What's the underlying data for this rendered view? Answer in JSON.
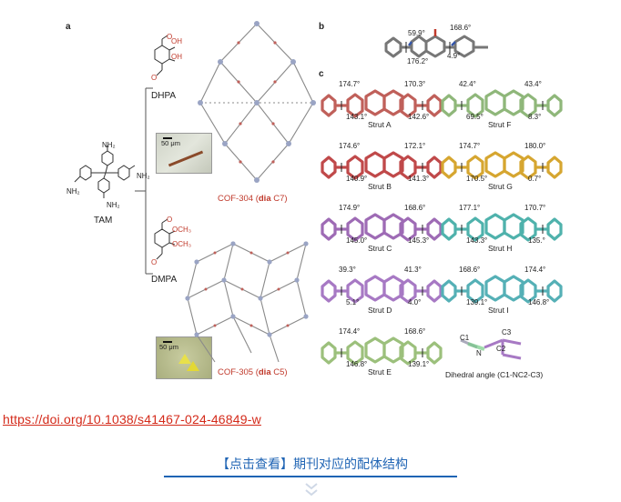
{
  "figure": {
    "panel_a": {
      "letter": "a",
      "tam_label": "TAM",
      "tam_nh2": [
        "NH₂",
        "NH₂",
        "NH₂",
        "NH₂"
      ],
      "dhpa_label": "DHPA",
      "dhpa_groups": [
        "OH",
        "OH",
        "O",
        "O"
      ],
      "dmpa_label": "DMPA",
      "dmpa_groups": [
        "OCH₃",
        "OCH₃",
        "O",
        "O"
      ],
      "scale_bar_1": "50 μm",
      "scale_bar_2": "50 μm",
      "cof304": {
        "prefix": "COF-304 (",
        "bold": "dia",
        "suffix": " C7)"
      },
      "cof305": {
        "prefix": "COF-305 (",
        "bold": "dia",
        "suffix": " C5)"
      }
    },
    "panel_b": {
      "letter": "b",
      "angles": [
        "59.9°",
        "168.6°",
        "176.2°",
        "4.9°"
      ]
    },
    "panel_c": {
      "letter": "c",
      "struts": [
        {
          "name": "Strut A",
          "angles": [
            "174.7°",
            "170.3°",
            "143.1°",
            "142.6°"
          ]
        },
        {
          "name": "Strut F",
          "angles": [
            "42.4°",
            "43.4°",
            "69.5°",
            "8.3°"
          ]
        },
        {
          "name": "Strut B",
          "angles": [
            "174.6°",
            "172.1°",
            "140.9°",
            "141.3°"
          ]
        },
        {
          "name": "Strut G",
          "angles": [
            "174.7°",
            "180.0°",
            "170.5°",
            "0.7°"
          ]
        },
        {
          "name": "Strut C",
          "angles": [
            "174.9°",
            "168.6°",
            "145.0°",
            "145.3°"
          ]
        },
        {
          "name": "Strut H",
          "angles": [
            "177.1°",
            "170.7°",
            "143.3°",
            "135.°"
          ]
        },
        {
          "name": "Strut D",
          "angles": [
            "39.3°",
            "41.3°",
            "5.1°",
            "4.0°"
          ]
        },
        {
          "name": "Strut I",
          "angles": [
            "168.6°",
            "174.4°",
            "139.1°",
            "146.8°"
          ]
        },
        {
          "name": "Strut E",
          "angles": [
            "174.4°",
            "168.6°",
            "146.8°",
            "139.1°"
          ]
        }
      ],
      "dihedral": {
        "c1": "C1",
        "c2": "C2",
        "c3": "C3",
        "n": "N",
        "caption": "Dihedral angle (C1-NC2-C3)"
      }
    }
  },
  "doi_link": "https://doi.org/10.1038/s41467-024-46849-w",
  "cta_text": "【点击查看】期刊对应的配体结构",
  "colors": {
    "strut_a": "#c0605a",
    "strut_b": "#c0494a",
    "strut_c": "#9e6bb5",
    "strut_d": "#a779c4",
    "strut_e": "#9cc07c",
    "strut_f": "#8fb77a",
    "strut_g": "#d6a630",
    "strut_h": "#4fb2ac",
    "strut_i": "#55b0b6",
    "doi": "#d42a1a",
    "cta": "#1f64b4"
  }
}
